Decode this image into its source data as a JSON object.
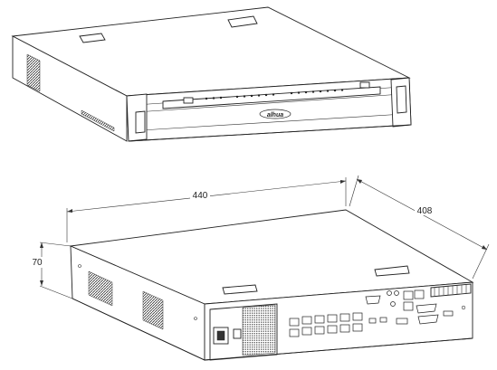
{
  "dimensions": {
    "width": "440",
    "depth": "408",
    "height": "70"
  },
  "brand_logo_text": "alhua"
}
